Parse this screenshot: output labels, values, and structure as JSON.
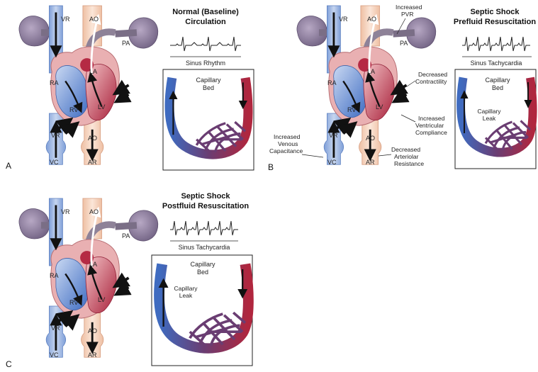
{
  "panels": {
    "A": {
      "letter": "A",
      "title_line1": "Normal (Baseline)",
      "title_line2": "Circulation",
      "rhythm": "Sinus Rhythm",
      "capillary_line1": "Capillary",
      "capillary_line2": "Bed"
    },
    "B": {
      "letter": "B",
      "title_line1": "Septic Shock",
      "title_line2": "Prefluid Resuscitation",
      "rhythm": "Sinus Tachycardia",
      "capillary_line1": "Capillary",
      "capillary_line2": "Bed",
      "leak_line1": "Capillary",
      "leak_line2": "Leak",
      "ann_pvr1": "Increased",
      "ann_pvr2": "PVR",
      "ann_contr1": "Decreased",
      "ann_contr2": "Contractility",
      "ann_comp1": "Increased",
      "ann_comp2": "Ventricular",
      "ann_comp3": "Compliance",
      "ann_venous1": "Increased",
      "ann_venous2": "Venous",
      "ann_venous3": "Capacitance",
      "ann_art1": "Decreased",
      "ann_art2": "Arteriolar",
      "ann_art3": "Resistance"
    },
    "C": {
      "letter": "C",
      "title_line1": "Septic Shock",
      "title_line2": "Postfluid Resuscitation",
      "rhythm": "Sinus Tachycardia",
      "capillary_line1": "Capillary",
      "capillary_line2": "Bed",
      "leak_line1": "Capillary",
      "leak_line2": "Leak"
    }
  },
  "labels": {
    "vr": "VR",
    "ao": "AO",
    "pa": "PA",
    "la": "LA",
    "ra": "RA",
    "rv": "RV",
    "lv": "LV",
    "vc": "VC",
    "ar": "AR"
  },
  "colors": {
    "venous_blue": "#4a78c4",
    "venous_light": "#a9bfe6",
    "arterial_red": "#a8203a",
    "heart_pink": "#e7a6a8",
    "aorta_peach": "#f5d7c3",
    "lung_purple": "#8a7a9a",
    "capillary_purple": "#6a3d72"
  }
}
